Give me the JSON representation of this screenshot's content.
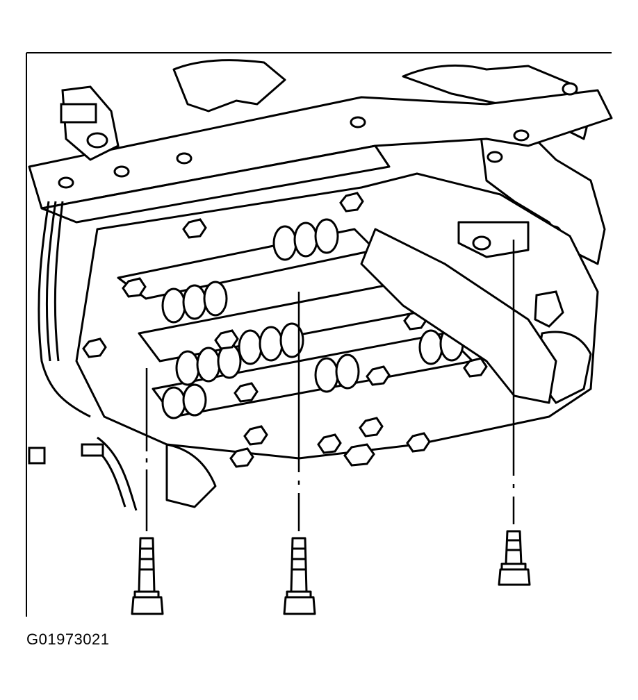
{
  "figure": {
    "id_label": "G01973021",
    "subject": "valve-body-assembly",
    "callouts": [
      "bolt-left",
      "bolt-center",
      "bolt-right"
    ]
  }
}
